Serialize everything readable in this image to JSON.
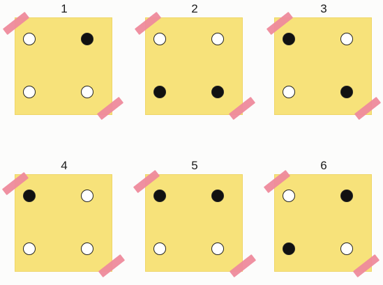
{
  "panels": [
    {
      "label": "1",
      "dots": [
        false,
        true,
        false,
        false
      ]
    },
    {
      "label": "2",
      "dots": [
        false,
        false,
        true,
        true
      ]
    },
    {
      "label": "3",
      "dots": [
        true,
        false,
        false,
        true
      ]
    },
    {
      "label": "4",
      "dots": [
        true,
        false,
        false,
        false
      ]
    },
    {
      "label": "5",
      "dots": [
        true,
        true,
        false,
        false
      ]
    },
    {
      "label": "6",
      "dots": [
        false,
        true,
        true,
        false
      ]
    }
  ],
  "colors": {
    "card": "#f7e27a",
    "tape": "#ee8a9c",
    "filled_dot": "#111111",
    "empty_dot": "#ffffff"
  }
}
